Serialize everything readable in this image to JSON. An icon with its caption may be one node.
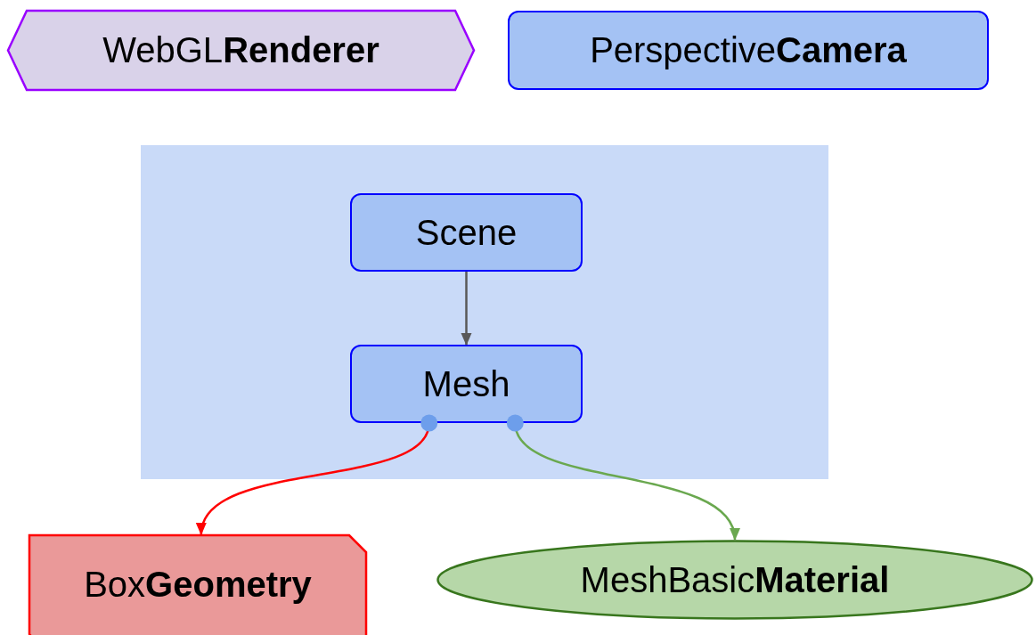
{
  "diagram": {
    "nodes": [
      {
        "text": [
          "WebGL**Renderer**"
        ]
      },
      {
        "text": [
          "Perspective**Camera**"
        ]
      },
      {
        "text": [],
        "shape": "box"
      },
      {
        "text": [
          "Scene"
        ],
        "in": 2
      },
      {
        "text": [
          "Mesh"
        ],
        "in": 2
      },
      {
        "text": [
          "Box**Geometry**"
        ]
      },
      {
        "text": [
          "MeshBasic**Material**"
        ]
      }
    ],
    "edges": [
      {
        "from": 3,
        "to": 4,
        "arrow": "to"
      },
      {
        "from": 4,
        "to": 5,
        "arrow": "to",
        "color": "#ff0000"
      },
      {
        "from": 4,
        "to": 6,
        "arrow": "to",
        "color": "#6aa84f"
      }
    ]
  }
}
